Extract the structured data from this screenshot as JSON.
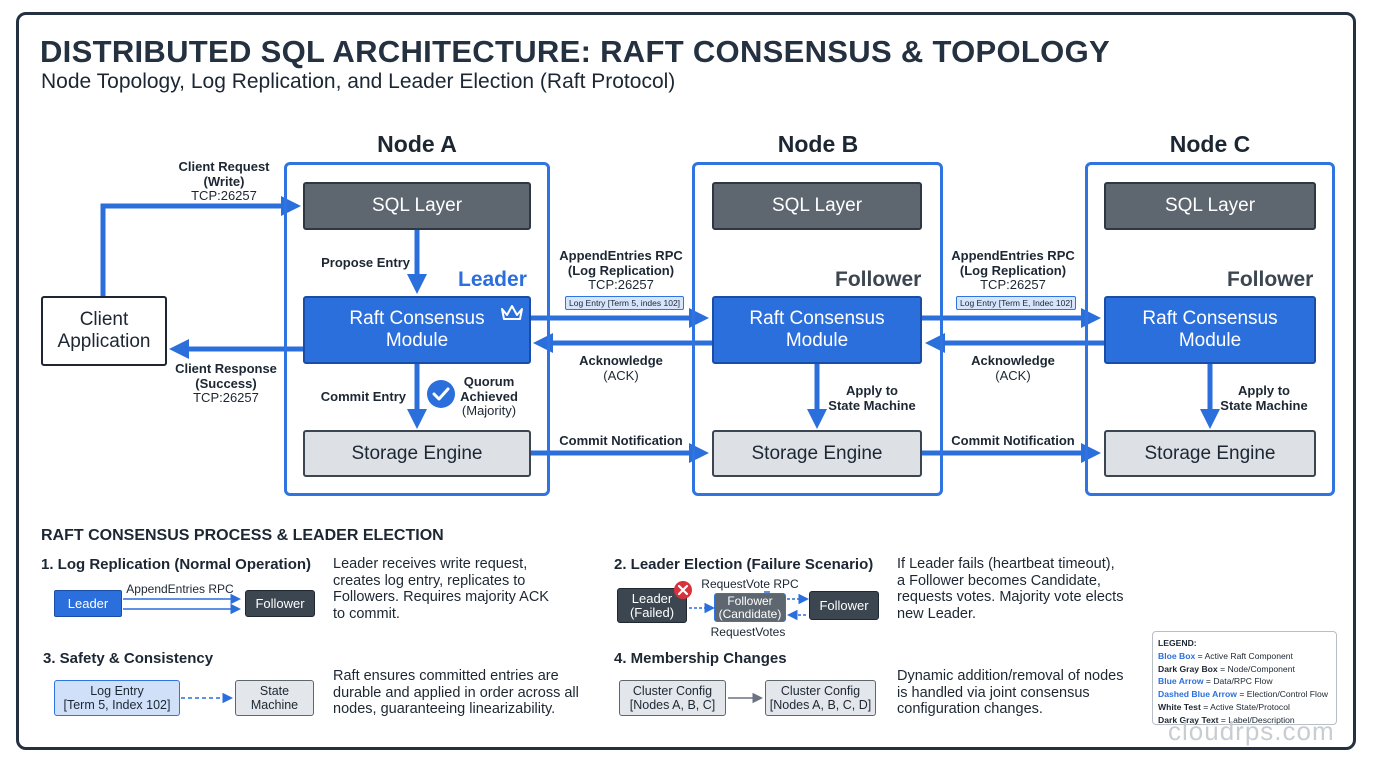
{
  "header": {
    "title": "DISTRIBUTED SQL ARCHITECTURE: RAFT CONSENSUS & TOPOLOGY",
    "subtitle": "Node Topology, Log Replication, and Leader Election (Raft Protocol)"
  },
  "client": {
    "label_line1": "Client",
    "label_line2": "Application",
    "request_line1": "Client Request",
    "request_line2": "(Write)",
    "request_port": "TCP:26257",
    "response_line1": "Client Response",
    "response_line2": "(Success)",
    "response_port": "TCP:26257"
  },
  "nodes": [
    {
      "title": "Node A",
      "sql": "SQL Layer",
      "role": "Leader",
      "raft_line1": "Raft Consensus",
      "raft_line2": "Module",
      "storage": "Storage Engine",
      "step_top": "Propose Entry",
      "step_bottom": "Commit Entry",
      "quorum_line1": "Quorum",
      "quorum_line2": "Achieved",
      "quorum_line3": "(Majority)"
    },
    {
      "title": "Node B",
      "sql": "SQL Layer",
      "role": "Follower",
      "raft_line1": "Raft Consensus",
      "raft_line2": "Module",
      "storage": "Storage Engine",
      "apply_line1": "Apply to",
      "apply_line2": "State Machine"
    },
    {
      "title": "Node C",
      "sql": "SQL Layer",
      "role": "Follower",
      "raft_line1": "Raft Consensus",
      "raft_line2": "Module",
      "storage": "Storage Engine",
      "apply_line1": "Apply to",
      "apply_line2": "State Machine"
    }
  ],
  "links": [
    {
      "rpc_line1": "AppendEntries RPC",
      "rpc_line2": "(Log Replication)",
      "rpc_port": "TCP:26257",
      "log_badge": "Log Entry [Term 5, indes 102]",
      "ack_line1": "Acknowledge",
      "ack_line2": "(ACK)",
      "commit": "Commit Notification"
    },
    {
      "rpc_line1": "AppendEntries RPC",
      "rpc_line2": "(Log Replication)",
      "rpc_port": "TCP:26257",
      "log_badge": "Log Entry [Term E, Indec 102]",
      "ack_line1": "Acknowledge",
      "ack_line2": "(ACK)",
      "commit": "Commit Notification"
    }
  ],
  "process": {
    "heading": "RAFT CONSENSUS PROCESS & LEADER ELECTION",
    "items": [
      {
        "title": "1. Log Replication (Normal Operation)",
        "desc_lines": [
          "Leader receives write request,",
          "creates log entry, replicates to",
          "Followers. Requires majority ACK",
          "to commit."
        ],
        "box_left": "Leader",
        "box_right": "Follower",
        "arrow_label": "AppendEntries RPC"
      },
      {
        "title": "2. Leader Election (Failure Scenario)",
        "desc_lines": [
          "If Leader fails (heartbeat timeout),",
          "a Follower becomes Candidate,",
          "requests votes. Majority vote elects",
          "new Leader."
        ],
        "box_left_line1": "Leader",
        "box_left_line2": "(Failed)",
        "box_mid_line1": "Follower",
        "box_mid_line2": "(Candidate)",
        "box_right": "Follower",
        "arrow_label_top": "RequestVote RPC",
        "arrow_label_bottom": "RequestVotes"
      },
      {
        "title": "3. Safety & Consistency",
        "desc_lines": [
          "Raft ensures committed entries are",
          "durable and applied in order across all",
          "nodes, guaranteeing linearizability."
        ],
        "box_left_line1": "Log Entry",
        "box_left_line2": "[Term 5, Index 102]",
        "box_right_line1": "State",
        "box_right_line2": "Machine"
      },
      {
        "title": "4. Membership Changes",
        "desc_lines": [
          "Dynamic addition/removal of nodes",
          "is handled via joint consensus",
          "configuration changes."
        ],
        "box_left_line1": "Cluster Config",
        "box_left_line2": "[Nodes A, B, C]",
        "box_right_line1": "Cluster Config",
        "box_right_line2": "[Nodes A, B, C, D]"
      }
    ]
  },
  "legend": {
    "title": "LEGEND:",
    "entries": [
      {
        "key": "Bloe Box",
        "value": " = Active Raft Component",
        "color": "#2b6fdc"
      },
      {
        "key": "Dark Gray Box",
        "value": " = Node/Component",
        "color": "#1c2733"
      },
      {
        "key": "Blue Arrow",
        "value": " = Data/RPC Flow",
        "color": "#2b6fdc"
      },
      {
        "key": "Dashed Blue Arrow",
        "value": " = Election/Control Flow",
        "color": "#2b6fdc"
      },
      {
        "key": "White Test",
        "value": " = Active State/Protocol",
        "color": "#1c2733"
      },
      {
        "key": "Dark Gray Text",
        "value": " = Label/Description",
        "color": "#1c2733"
      }
    ]
  },
  "watermark": "cloudrps.com",
  "colors": {
    "accent_blue": "#2b6fdc",
    "node_border": "#2f74e0",
    "dark_gray": "#5e6670",
    "storage_gray": "#dde1e6",
    "text_dark": "#1c2733",
    "error_red": "#d9313a"
  }
}
